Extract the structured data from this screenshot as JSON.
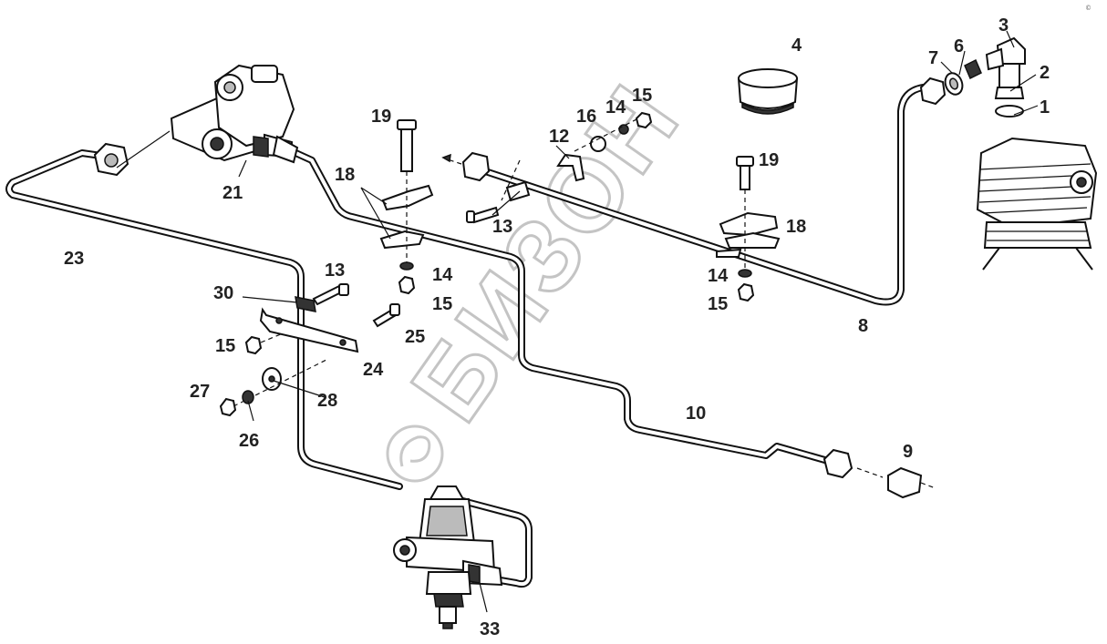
{
  "watermark": {
    "text": "БИЗОН"
  },
  "corner_mark": "©",
  "callouts": [
    "1",
    "2",
    "3",
    "4",
    "6",
    "7",
    "8",
    "9",
    "10",
    "12",
    "13",
    "13",
    "14",
    "14",
    "14",
    "15",
    "15",
    "15",
    "15",
    "16",
    "18",
    "18",
    "19",
    "19",
    "21",
    "23",
    "24",
    "25",
    "26",
    "27",
    "28",
    "30",
    "33"
  ],
  "colors": {
    "line": "#111111",
    "label": "#222222",
    "watermark": "#c4c4c4"
  }
}
